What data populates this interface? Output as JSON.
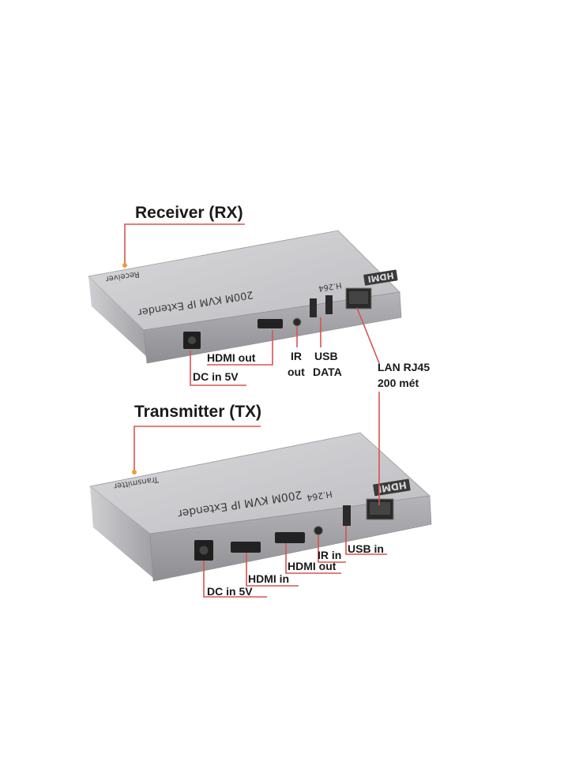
{
  "receiver": {
    "title": "Receiver (RX)",
    "top_label": "Receiver",
    "model_text": "200M KVM IP Extender",
    "codec_text": "H.264",
    "logo_text": "HDMI",
    "labels": {
      "hdmi_out": "HDMI out",
      "dc_in": "DC in 5V",
      "ir_out_line1": "IR",
      "ir_out_line2": "out",
      "usb_data_line1": "USB",
      "usb_data_line2": "DATA"
    }
  },
  "link": {
    "line1": "LAN RJ45",
    "line2": "200 mét"
  },
  "transmitter": {
    "title": "Transmitter (TX)",
    "top_label": "Transmitter",
    "model_text": "200M KVM IP Extender",
    "codec_text": "H.264",
    "logo_text": "HDMI",
    "labels": {
      "ir_in": "IR in",
      "usb_in": "USB in",
      "hdmi_out": "HDMI out",
      "hdmi_in": "HDMI in",
      "dc_in": "DC in 5V"
    }
  },
  "colors": {
    "callout_line": "#d9534f",
    "callout_dot": "#e8a23a",
    "device_top": "#c9c9cc",
    "device_front": "#a7a7ab"
  }
}
